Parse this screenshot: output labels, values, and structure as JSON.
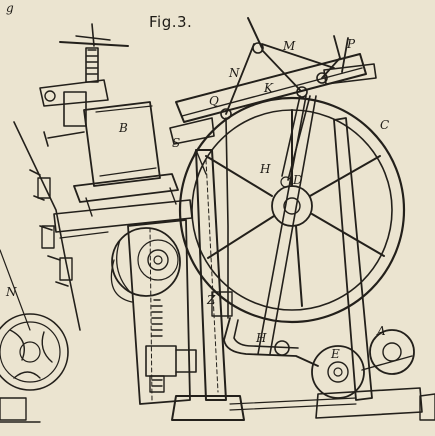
{
  "figure": {
    "title": "Fig.3."
  },
  "labels": {
    "M": "M",
    "N_top": "N",
    "P": "P",
    "Q": "Q",
    "K": "K",
    "C": "C",
    "S": "S",
    "B": "B",
    "H_upper": "H",
    "D": "D",
    "N_left": "N",
    "Z": "Z",
    "H_lower": "H",
    "E": "E",
    "A": "A",
    "g": "g"
  },
  "colors": {
    "paper": "#ebe4d0",
    "ink": "#23201b"
  }
}
